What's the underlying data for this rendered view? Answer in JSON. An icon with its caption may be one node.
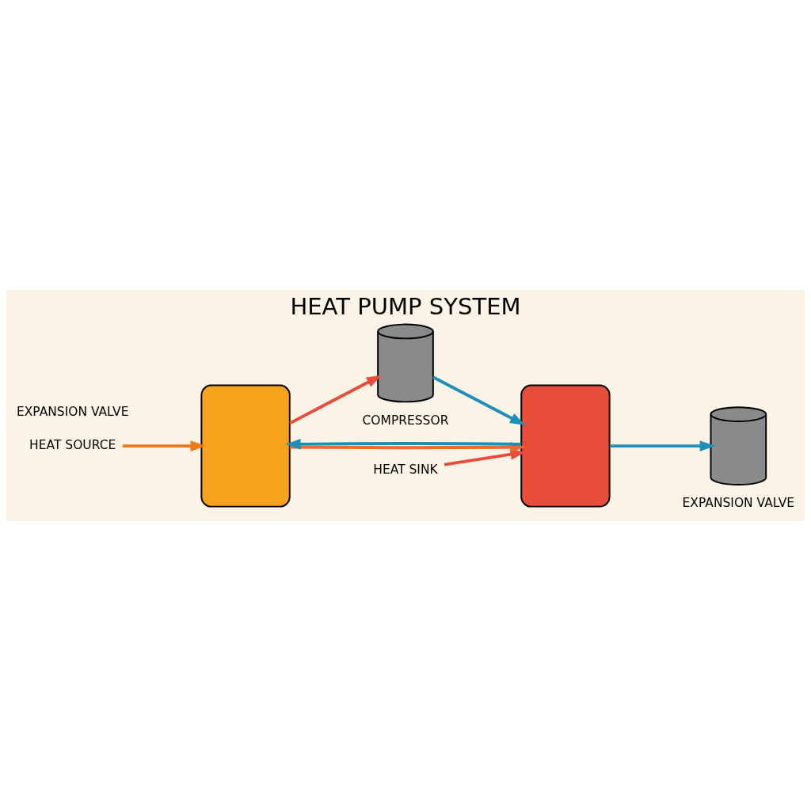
{
  "diagram": {
    "title": "HEAT PUMP SYSTEM",
    "nodes": [
      {
        "text": [
          "HEAT SOURCE"
        ]
      },
      {
        "text": [
          "HEAT SINK"
        ]
      },
      {
        "text": [],
        "shape": "box"
      },
      {
        "text": [],
        "shape": "picture",
        "beside": [
          "COMPRESSOR"
        ]
      },
      {
        "text": [],
        "shape": "box"
      },
      {
        "text": [],
        "shape": "picture",
        "beside": [
          "EXPANSION VALVE"
        ]
      }
    ],
    "edges": [
      {
        "from": 0,
        "to": 2,
        "arrow": "to",
        "color": "#f07a1a"
      },
      {
        "from": 1,
        "to": 4,
        "arrow": "to",
        "color": "#e84c3a"
      },
      {
        "from": 2,
        "to": 4,
        "arrow": "to",
        "color": "#f06a2a"
      },
      {
        "from": 2,
        "to": 3,
        "arrow": "to",
        "color": "#e84c3a"
      },
      {
        "from": 3,
        "to": 4,
        "arrow": "to",
        "color": "#1e90b8"
      },
      {
        "from": 4,
        "to": 2,
        "arrow": "to",
        "color": "#1e90b8"
      },
      {
        "from": 4,
        "to": 5,
        "arrow": "to",
        "color": "#1e90b8"
      }
    ],
    "labels": [
      "EXPANSION VALVE"
    ]
  }
}
